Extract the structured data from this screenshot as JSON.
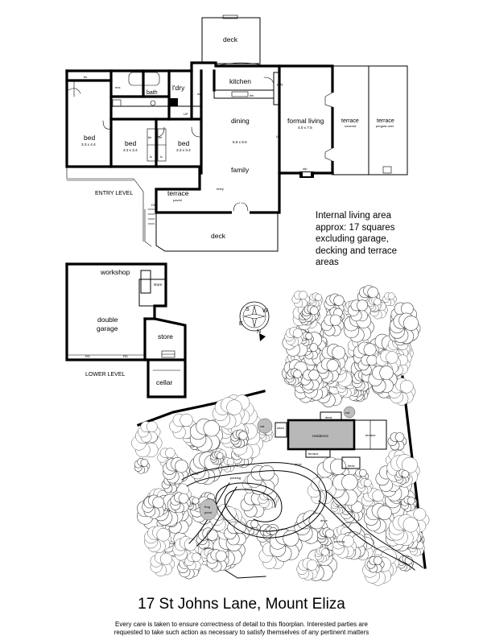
{
  "rooms": {
    "deck_top": "deck",
    "kitchen": "kitchen",
    "bir": "bir",
    "ens": "ens",
    "bath": "bath",
    "ldry": "l'dry",
    "ptry": "p'try",
    "dw": "dw",
    "wc": "wc",
    "up": "UP",
    "up2": "UP",
    "dining": "dining",
    "dining_size": "5.6 x 9.6",
    "formal_living": "formal living",
    "formal_size": "4.0 x 7.6",
    "terrace_covered": "terrace",
    "terrace_covered_note": "covered",
    "terrace_pergola": "terrace",
    "terrace_pergola_note": "pergola over",
    "bed1": "bed",
    "bed1_size": "3.3 x 4.4",
    "bed2": "bed",
    "bed2_size": "3.3 x 3.4",
    "bed3": "bed",
    "bed3_size": "3.3 x 3.4",
    "bir2": "bir",
    "bir3": "bir",
    "lc1": "lc",
    "lc2": "lc",
    "family": "family",
    "ofp": "ofp",
    "entry": "entry",
    "entry_level": "ENTRY LEVEL",
    "terrace_paved": "terrace",
    "terrace_paved_note": "paved",
    "dn": "DN",
    "deck_bottom": "deck"
  },
  "lower": {
    "workshop": "workshop",
    "store1": "store",
    "double_garage": "double",
    "garage": "garage",
    "store2": "store",
    "rd1": "RD",
    "rd2": "RD",
    "lower_level": "LOWER LEVEL",
    "cellar": "cellar"
  },
  "compass": {
    "s": "S",
    "w": "W",
    "e": "E",
    "n": "N"
  },
  "site": {
    "deck_a": "deck",
    "rwt1": "rwt",
    "shed": "shed",
    "rwt2": "rwt",
    "residence": "residence",
    "terrace_a": "terrace",
    "terrace_b": "terrace",
    "drive_a": "drive",
    "deck_b": "deck",
    "drive_b": "drive",
    "parking_a": "parking",
    "frog": "frog",
    "pond": "pond",
    "drive_c": "drive",
    "drive_d": "drive",
    "parking_b": "parking"
  },
  "note_lines": [
    "Internal living area",
    "approx: 17 squares",
    "excluding garage,",
    "decking and terrace",
    "areas"
  ],
  "address": "17 St Johns Lane, Mount Eliza",
  "disclaimer_lines": [
    "Every care is taken to ensure correctness of detail to this floorplan. Interested parties are",
    "requested to take such action as necessary to satisfy themselves of any pertinent matters"
  ],
  "colors": {
    "residence_fill": "#b8b8b8",
    "rock_fill": "#bdbdbd",
    "line": "#000000"
  }
}
